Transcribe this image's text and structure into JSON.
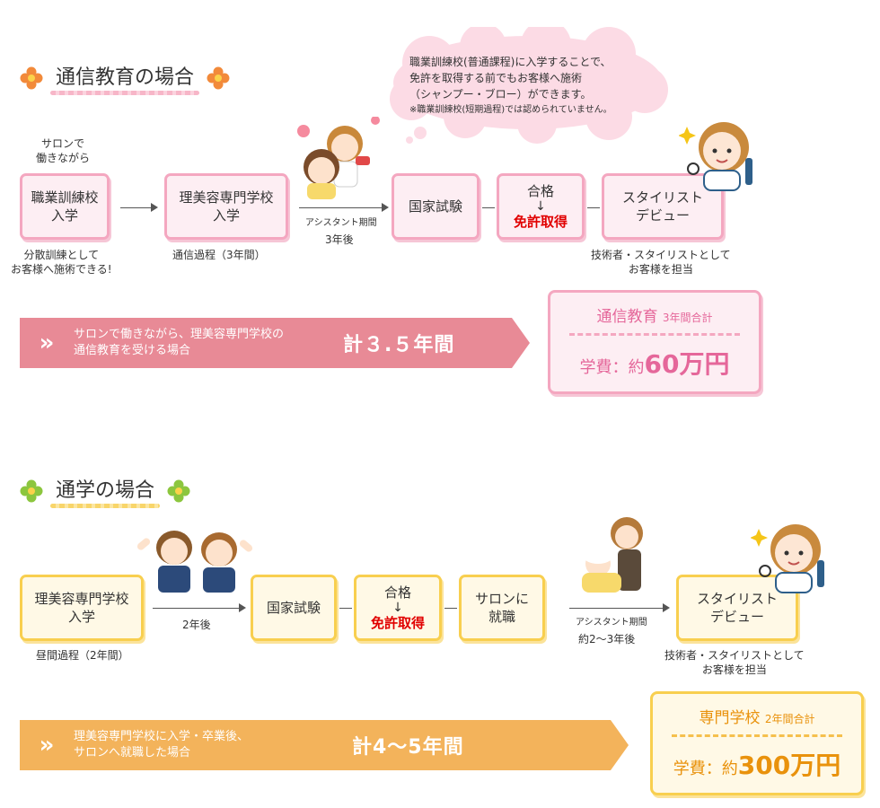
{
  "section1": {
    "title": "通信教育の場合",
    "bubble": {
      "line1": "職業訓練校(普通課程)に入学することで、",
      "line2": "免許を取得する前でもお客様へ施術",
      "line3": "（シャンプー・ブロー）ができます。",
      "note": "※職業訓練校(短期過程)では認められていません。"
    },
    "top_note": [
      "サロンで",
      "働きながら"
    ],
    "step1": [
      "職業訓練校",
      "入学"
    ],
    "step1_note": [
      "分散訓練として",
      "お客様へ施術できる!"
    ],
    "step2": [
      "理美容専門学校",
      "入学"
    ],
    "step2_note": "通信過程（3年間）",
    "gap_label": "アシスタント期間",
    "gap_duration": "3年後",
    "step3": "国家試験",
    "step4_top": "合格",
    "step4_arrow": "↓",
    "step4_bottom": "免許取得",
    "step5": [
      "スタイリスト",
      "デビュー"
    ],
    "step5_note": [
      "技術者・スタイリストとして",
      "お客様を担当"
    ],
    "banner_chevron": "»",
    "banner_desc": [
      "サロンで働きながら、理美容専門学校の",
      "通信教育を受ける場合"
    ],
    "banner_total": "計３.５年間",
    "cost": {
      "head": "通信教育",
      "head_small": "3年間合計",
      "fee_label": "学費：約",
      "fee_value": "60万円"
    }
  },
  "section2": {
    "title": "通学の場合",
    "step1": [
      "理美容専門学校",
      "入学"
    ],
    "step1_note": "昼間過程（2年間）",
    "gap1_duration": "2年後",
    "step2": "国家試験",
    "step3_top": "合格",
    "step3_arrow": "↓",
    "step3_bottom": "免許取得",
    "step4": [
      "サロンに",
      "就職"
    ],
    "gap2_label": "アシスタント期間",
    "gap2_duration": "約2～3年後",
    "step5": [
      "スタイリスト",
      "デビュー"
    ],
    "step5_note": [
      "技術者・スタイリストとして",
      "お客様を担当"
    ],
    "banner_chevron": "»",
    "banner_desc": [
      "理美容専門学校に入学・卒業後、",
      "サロンへ就職した場合"
    ],
    "banner_total": "計4～5年間",
    "cost": {
      "head": "専門学校",
      "head_small": "2年間合計",
      "fee_label": "学費：約",
      "fee_value": "300万円"
    }
  },
  "colors": {
    "pink_border": "#f4a7c0",
    "yellow_border": "#f8cf4f",
    "banner_pink": "#e88a96",
    "banner_orange": "#f3b35b",
    "red": "#e10000"
  }
}
